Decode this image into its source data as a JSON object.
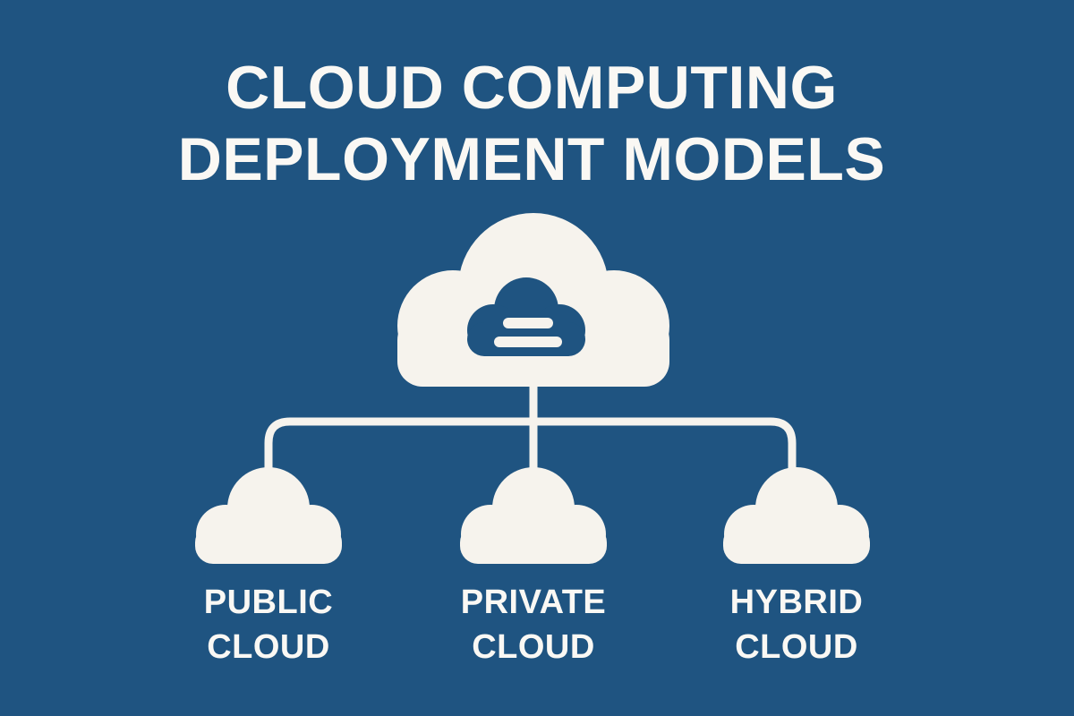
{
  "title": {
    "line1": "CLOUD COMPUTING",
    "line2": "DEPLOYMENT MODELS"
  },
  "colors": {
    "background": "#1F5481",
    "cloud_fill": "#F6F3ED",
    "text": "#FAF8F4"
  },
  "diagram": {
    "root_icon": "cloud-with-data-bars",
    "nodes": [
      {
        "id": "public-cloud",
        "line1": "PUBLIC",
        "line2": "CLOUD"
      },
      {
        "id": "private-cloud",
        "line1": "PRIVATE",
        "line2": "CLOUD"
      },
      {
        "id": "hybrid-cloud",
        "line1": "HYBRID",
        "line2": "CLOUD"
      }
    ]
  }
}
